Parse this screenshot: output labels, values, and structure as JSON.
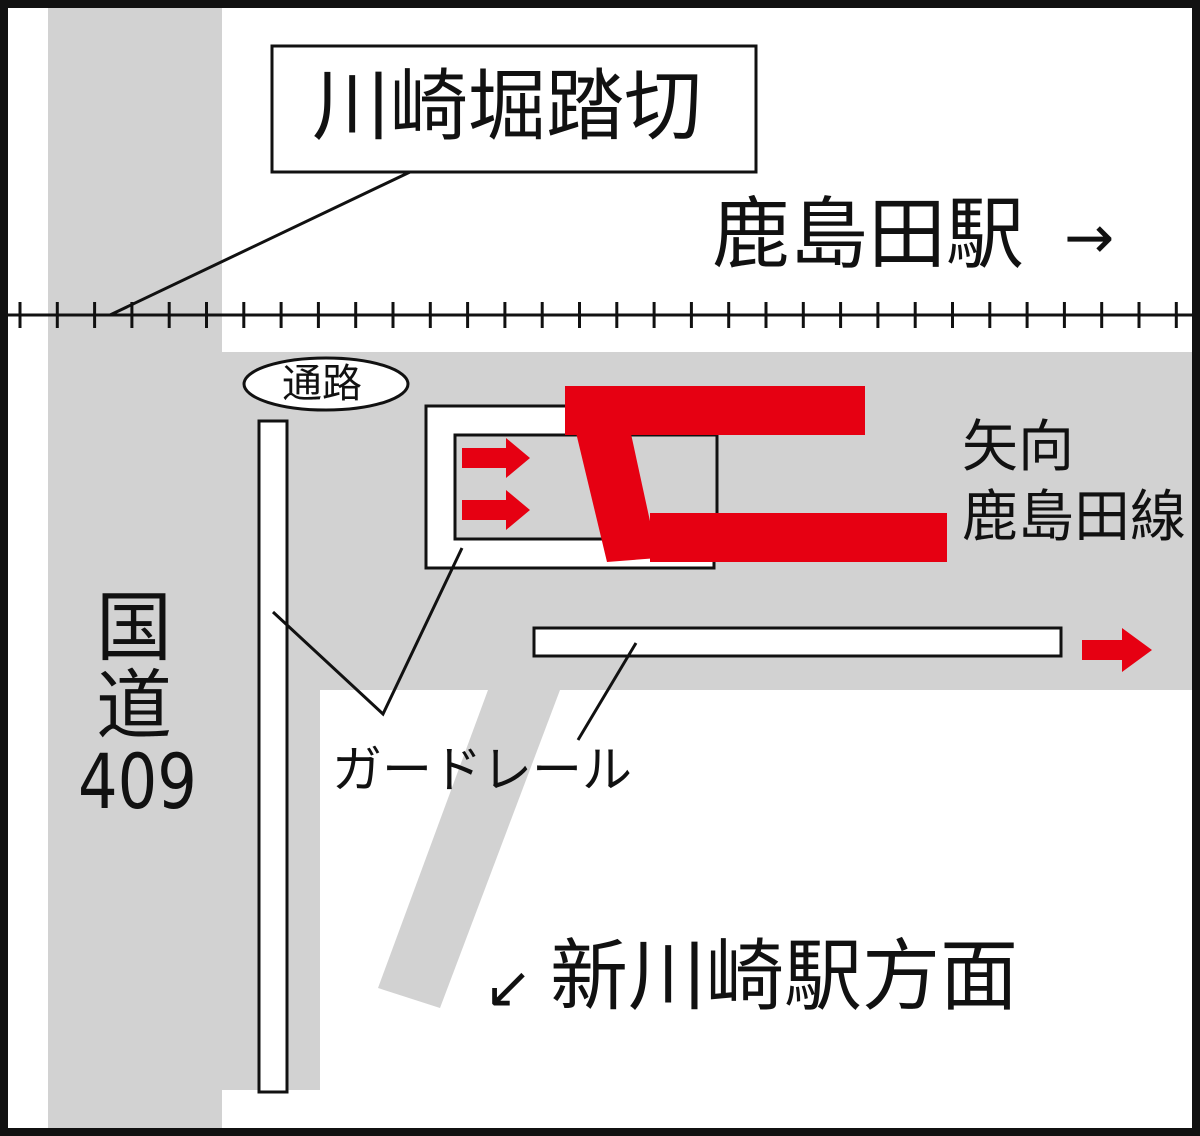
{
  "title": "川崎堀踏切",
  "station_kashimada": "鹿島田駅",
  "arrow_right": "→",
  "passage": "通路",
  "direction_label_line1": "矢向",
  "direction_label_line2": "鹿島田線",
  "road_label_line1": "国",
  "road_label_line2": "道",
  "road_label_line3": "409",
  "guardrail": "ガードレール",
  "shinkawasaki_arrow": "↙",
  "shinkawasaki": "新川崎駅方面",
  "colors": {
    "road": "#d2d2d2",
    "accent": "#e60012",
    "line": "#111111"
  }
}
